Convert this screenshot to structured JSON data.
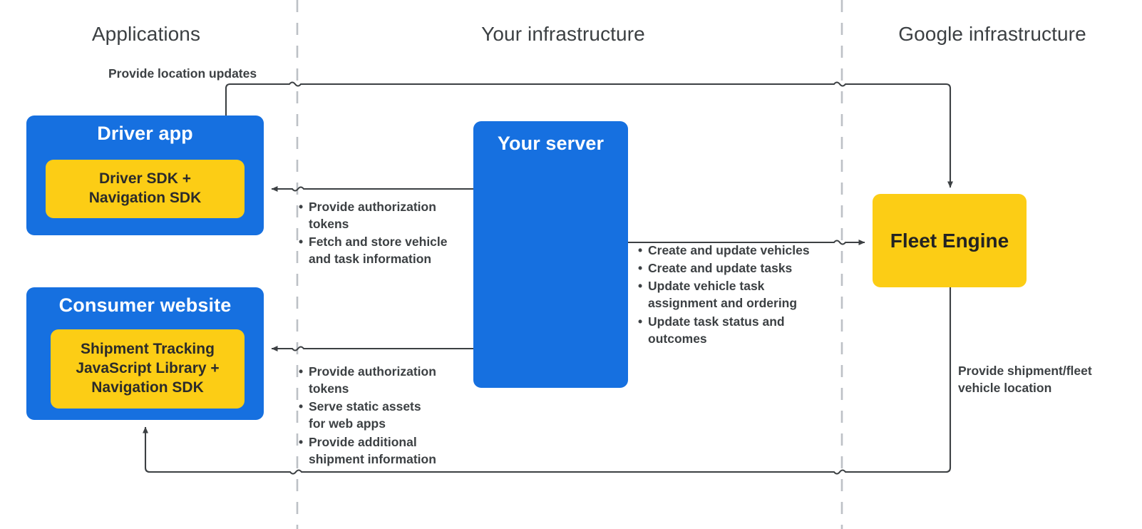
{
  "zones": [
    {
      "id": "applications",
      "label": "Applications"
    },
    {
      "id": "your-infrastructure",
      "label": "Your infrastructure"
    },
    {
      "id": "google-infrastructure",
      "label": "Google infrastructure"
    }
  ],
  "nodes": {
    "driver_app": {
      "title": "Driver app",
      "chip": "Driver SDK +\nNavigation SDK",
      "color": "#1670e0",
      "chip_color": "#fccd15"
    },
    "consumer_website": {
      "title": "Consumer website",
      "chip": "Shipment Tracking\nJavaScript Library  +\nNavigation SDK",
      "color": "#1670e0",
      "chip_color": "#fccd15"
    },
    "your_server": {
      "title": "Your server",
      "color": "#1670e0"
    },
    "fleet_engine": {
      "title": "Fleet Engine",
      "color": "#fccd15"
    }
  },
  "annotations": {
    "location_updates": {
      "text": "Provide location updates"
    },
    "server_to_driver": {
      "items": [
        "Provide authorization\ntokens",
        "Fetch and store vehicle\nand task information"
      ]
    },
    "server_to_consumer": {
      "items": [
        "Provide authorization\ntokens",
        "Serve static assets\nfor web apps",
        "Provide additional\nshipment information"
      ]
    },
    "server_to_fleet": {
      "items": [
        "Create and update vehicles",
        "Create and update tasks",
        "Update vehicle task\nassignment and ordering",
        "Update task status and\noutcomes"
      ]
    },
    "fleet_to_consumer": {
      "text": "Provide shipment/fleet\nvehicle location"
    }
  },
  "style": {
    "connector_color": "#3c4043",
    "divider_color": "#bdc1c6",
    "background": "#ffffff",
    "text_color": "#3c4043"
  }
}
